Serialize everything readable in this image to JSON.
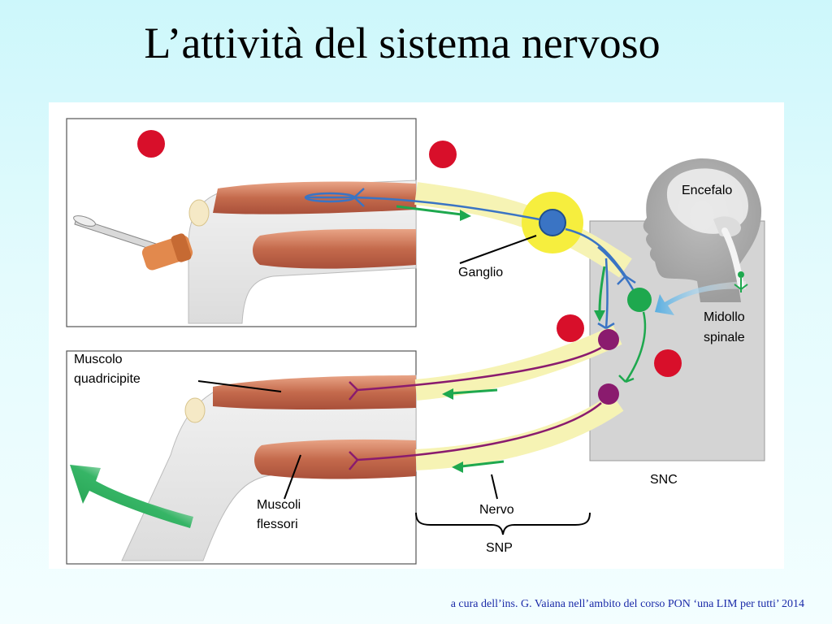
{
  "slide": {
    "title": "L’attività del sistema nervoso",
    "footer": "a cura dell’ins. G. Vaiana nell’ambito del corso PON ‘una LIM per tutti’ 2014"
  },
  "labels": {
    "encefalo": "Encefalo",
    "ganglio": "Ganglio",
    "midollo_line1": "Midollo",
    "midollo_line2": "spinale",
    "muscolo_line1": "Muscolo",
    "muscolo_line2": "quadricipite",
    "muscoli_line1": "Muscoli",
    "muscoli_line2": "flessori",
    "nervo": "Nervo",
    "snc": "SNC",
    "snp": "SNP"
  },
  "colors": {
    "sensory_neuron": "#3a74c4",
    "interneuron": "#1ea84e",
    "motor_neuron": "#8a1b6e",
    "signal_arrow": "#1ea84e",
    "nerve_bundle": "#f6f3b4",
    "muscle": "#c46a4c",
    "stimulus_dot": "#d80f2a",
    "snc_box": "#d4d4d4"
  }
}
